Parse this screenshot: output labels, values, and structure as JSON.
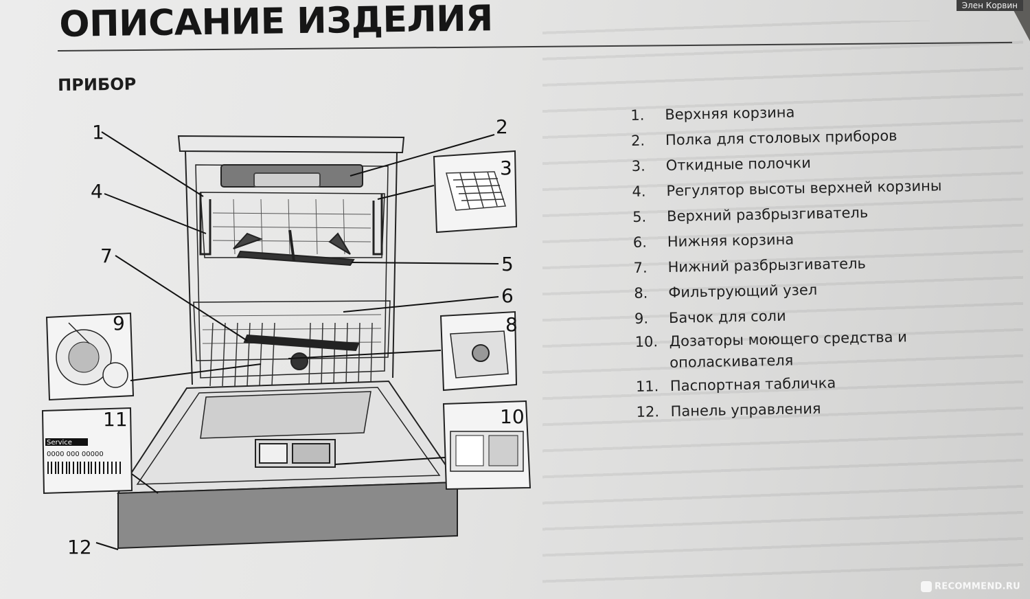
{
  "header": {
    "title": "ОПИСАНИЕ ИЗДЕЛИЯ",
    "section": "ПРИБОР"
  },
  "watermarks": {
    "user": "Элен Корвин",
    "brand": "RECOMMEND.RU"
  },
  "diagram": {
    "callouts": [
      "1",
      "2",
      "3",
      "4",
      "5",
      "6",
      "7",
      "8",
      "9",
      "10",
      "11",
      "12"
    ],
    "rating_plate": {
      "label": "Service",
      "number": "0000 000 00000"
    }
  },
  "legend": [
    {
      "num": "1.",
      "text": "Верхняя корзина"
    },
    {
      "num": "2.",
      "text": "Полка для столовых приборов"
    },
    {
      "num": "3.",
      "text": "Откидные полочки"
    },
    {
      "num": "4.",
      "text": "Регулятор высоты верхней корзины"
    },
    {
      "num": "5.",
      "text": "Верхний разбрызгиватель"
    },
    {
      "num": "6.",
      "text": "Нижняя корзина"
    },
    {
      "num": "7.",
      "text": "Нижний разбрызгиватель"
    },
    {
      "num": "8.",
      "text": "Фильтрующий узел"
    },
    {
      "num": "9.",
      "text": "Бачок для соли"
    },
    {
      "num": "10.",
      "text": "Дозаторы моющего средства и ополаскивателя"
    },
    {
      "num": "11.",
      "text": "Паспортная табличка"
    },
    {
      "num": "12.",
      "text": "Панель управления"
    }
  ]
}
